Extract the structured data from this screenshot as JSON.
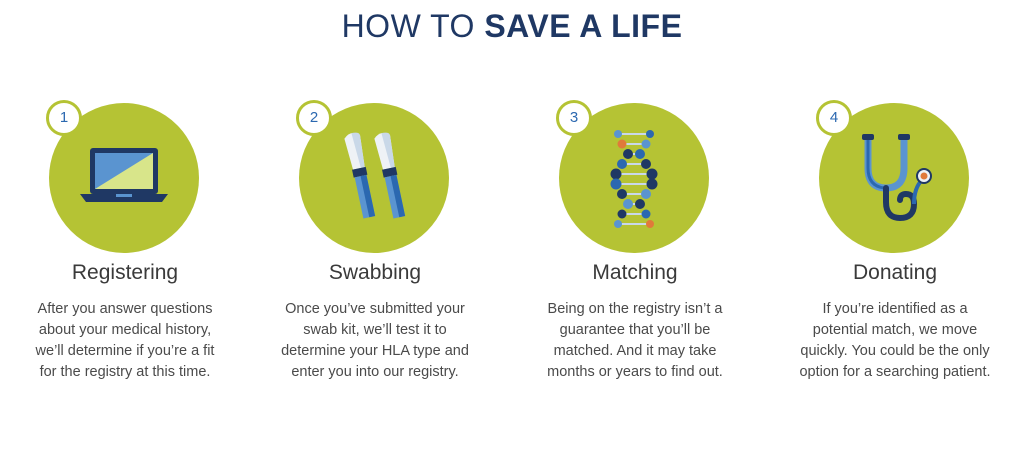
{
  "title": {
    "light": "HOW TO ",
    "bold": "SAVE A LIFE"
  },
  "colors": {
    "circle": "#b5c334",
    "navy": "#1f3864",
    "blue": "#2b68b0",
    "number": "#2b68b0"
  },
  "steps": [
    {
      "number": "1",
      "icon": "laptop-icon",
      "label": "Registering",
      "desc": "After you answer questions about your medical history, we’ll determine if you’re a fit for the registry at this time."
    },
    {
      "number": "2",
      "icon": "swab-kit-icon",
      "label": "Swabbing",
      "desc": "Once you’ve submitted your swab kit, we’ll test it to determine your HLA type and enter you into our registry."
    },
    {
      "number": "3",
      "icon": "dna-icon",
      "label": "Matching",
      "desc": "Being on the registry isn’t a guarantee that you’ll be matched. And it may take months or years to find out."
    },
    {
      "number": "4",
      "icon": "stethoscope-icon",
      "label": "Donating",
      "desc": "If you’re identified as a potential match, we move quickly. You could be the only option for a searching patient."
    }
  ]
}
